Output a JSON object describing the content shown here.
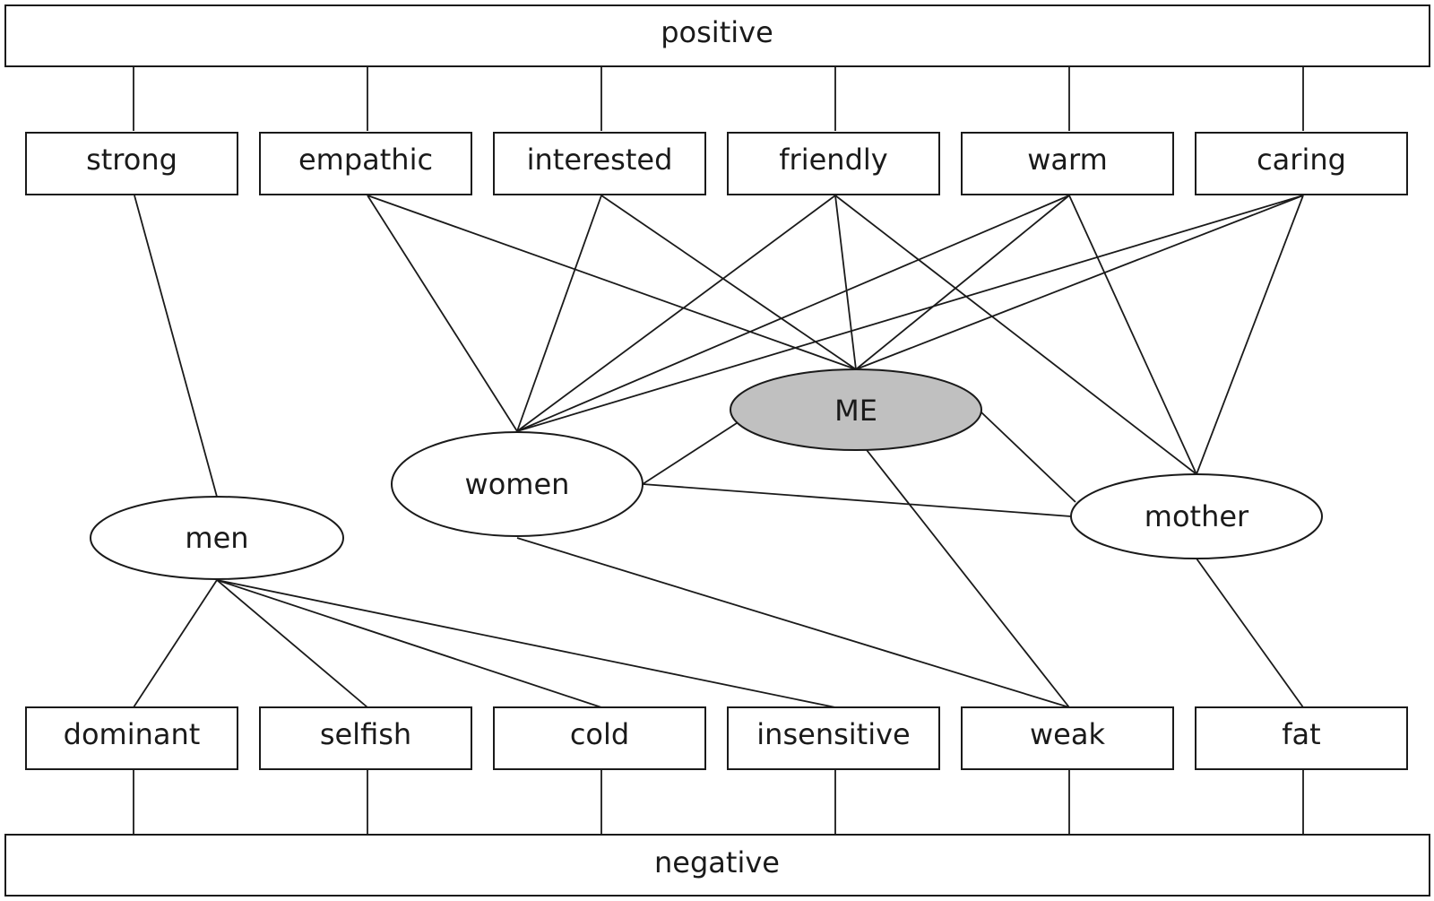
{
  "diagram": {
    "top_bar": "positive",
    "bottom_bar": "negative",
    "positive_traits": [
      "strong",
      "empathic",
      "interested",
      "friendly",
      "warm",
      "caring"
    ],
    "negative_traits": [
      "dominant",
      "selfish",
      "cold",
      "insensitive",
      "weak",
      "fat"
    ],
    "nodes": [
      {
        "id": "me",
        "label": "ME",
        "highlight": true
      },
      {
        "id": "women",
        "label": "women",
        "highlight": false
      },
      {
        "id": "men",
        "label": "men",
        "highlight": false
      },
      {
        "id": "mother",
        "label": "mother",
        "highlight": false
      }
    ],
    "highlight_color": "#c0c0c0",
    "edges": [
      [
        "strong",
        "men"
      ],
      [
        "empathic",
        "women"
      ],
      [
        "empathic",
        "me"
      ],
      [
        "interested",
        "women"
      ],
      [
        "interested",
        "me"
      ],
      [
        "friendly",
        "women"
      ],
      [
        "friendly",
        "me"
      ],
      [
        "friendly",
        "mother"
      ],
      [
        "warm",
        "women"
      ],
      [
        "warm",
        "me"
      ],
      [
        "warm",
        "mother"
      ],
      [
        "caring",
        "women"
      ],
      [
        "caring",
        "me"
      ],
      [
        "caring",
        "mother"
      ],
      [
        "women",
        "me"
      ],
      [
        "women",
        "mother"
      ],
      [
        "me",
        "mother"
      ],
      [
        "men",
        "dominant"
      ],
      [
        "men",
        "selfish"
      ],
      [
        "men",
        "cold"
      ],
      [
        "men",
        "insensitive"
      ],
      [
        "women",
        "weak"
      ],
      [
        "me",
        "weak"
      ],
      [
        "mother",
        "fat"
      ]
    ]
  }
}
